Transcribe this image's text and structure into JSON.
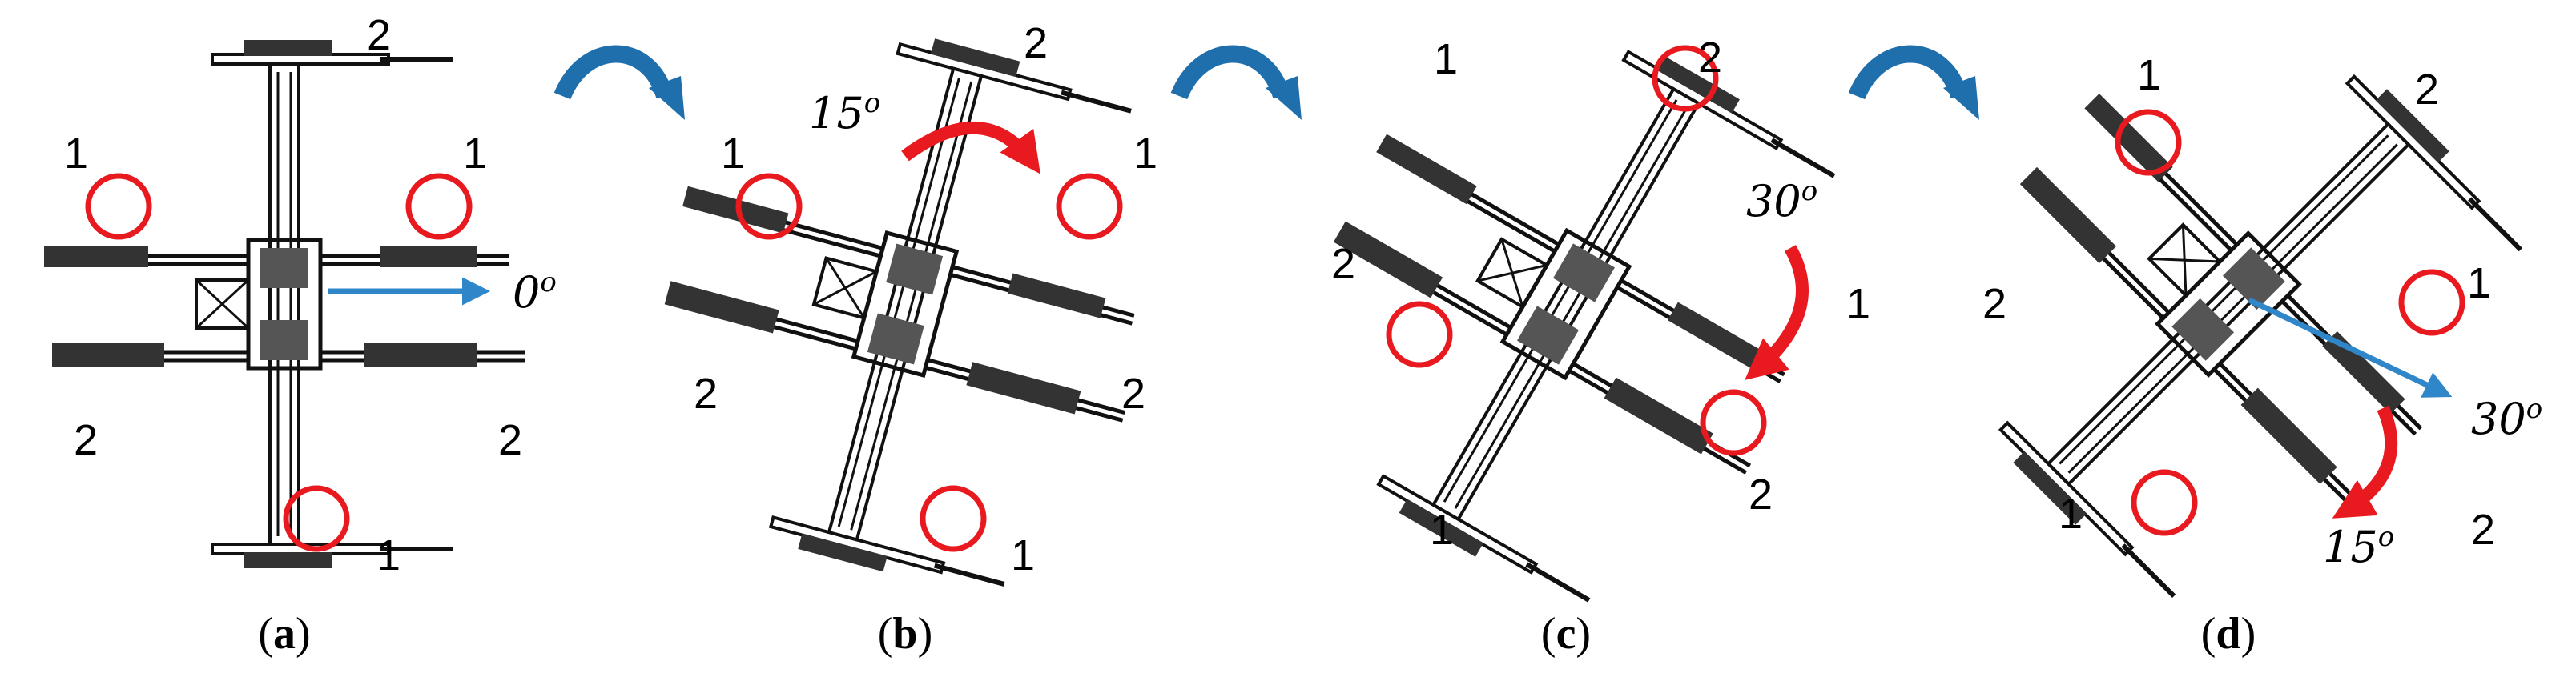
{
  "colors": {
    "mark_circle": "#e8191f",
    "orientation_arrow": "#2f86c8",
    "step_arrow": "#1f6fad",
    "rotation_arrow": "#e8191f",
    "drawing": "#111111"
  },
  "panels": [
    {
      "caption_open": "(",
      "caption_letter": "a",
      "caption_close": ")",
      "labels": [
        "2",
        "1",
        "1",
        "2",
        "2",
        "1"
      ],
      "angle": "0",
      "angle_sup": "o"
    },
    {
      "caption_open": "(",
      "caption_letter": "b",
      "caption_close": ")",
      "labels": [
        "2",
        "1",
        "1",
        "2",
        "2",
        "1"
      ],
      "angle": "15",
      "angle_sup": "o"
    },
    {
      "caption_open": "(",
      "caption_letter": "c",
      "caption_close": ")",
      "labels": [
        "1",
        "2",
        "2",
        "1",
        "2",
        "1"
      ],
      "angle": "30",
      "angle_sup": "o"
    },
    {
      "caption_open": "(",
      "caption_letter": "d",
      "caption_close": ")",
      "labels": [
        "1",
        "2",
        "2",
        "1",
        "1",
        "2"
      ],
      "angle": "30",
      "angle_sup": "o",
      "angle2": "15",
      "angle2_sup": "o"
    }
  ]
}
